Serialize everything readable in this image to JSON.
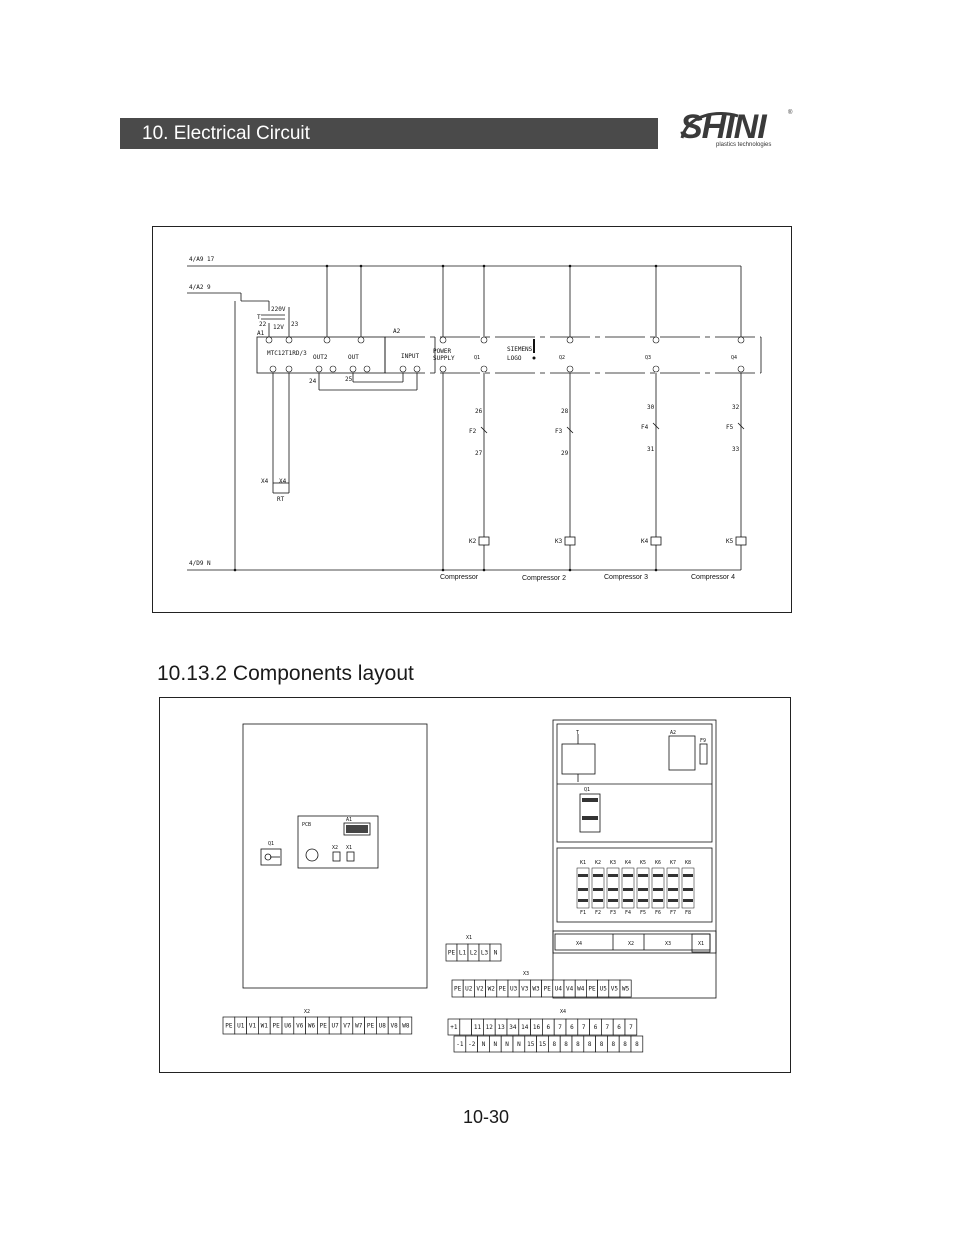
{
  "header": {
    "title": "10. Electrical Circuit"
  },
  "logo": {
    "brand": "SHINI",
    "tagline": "plastics technologies",
    "registered": "®"
  },
  "section": {
    "title": "10.13.2 Components layout"
  },
  "page": {
    "number": "10-30"
  },
  "circuit": {
    "wire_labels": [
      "4/A9 17",
      "4/A2 9",
      "4/D9 N"
    ],
    "transformer": {
      "name": "T",
      "primary": "220V",
      "secondary": "12V",
      "terminals": [
        "22",
        "23"
      ]
    },
    "controller": {
      "name": "A1",
      "model": "MTC12T1RD/3",
      "outputs": [
        "OUT2",
        "OUT"
      ],
      "input": "INPUT",
      "wires": [
        "24",
        "25"
      ]
    },
    "plc": {
      "name": "A2",
      "power": [
        "POWER",
        "SUPPLY"
      ],
      "brand": [
        "SIEMENS",
        "LOGO"
      ],
      "outputs": [
        "Q1",
        "Q2",
        "Q3",
        "Q4"
      ]
    },
    "sensor": {
      "name": "RT",
      "terminals": [
        "X4",
        "X4"
      ]
    },
    "branches": [
      {
        "fuse": "F2",
        "wire_in": "26",
        "wire_out": "27",
        "contactor": "K2",
        "label": "Compressor"
      },
      {
        "fuse": "F3",
        "wire_in": "28",
        "wire_out": "29",
        "contactor": "K3",
        "label": "Compressor 2"
      },
      {
        "fuse": "F4",
        "wire_in": "30",
        "wire_out": "31",
        "contactor": "K4",
        "label": "Compressor  3"
      },
      {
        "fuse": "F5",
        "wire_in": "32",
        "wire_out": "33",
        "contactor": "K5",
        "label": "Compressor  4"
      }
    ]
  },
  "layout": {
    "left_panel": {
      "switch": "Q1",
      "board": "PCB",
      "display": "A1",
      "sensors": [
        "X2",
        "X1"
      ]
    },
    "right_panel": {
      "transformer": "T",
      "plc": "A2",
      "breaker": "Q1",
      "fuse_top": "F9",
      "contactors_top": [
        "K1",
        "K2",
        "K3",
        "K4",
        "K5",
        "K6",
        "K7",
        "K8"
      ],
      "fuses_bottom": [
        "F1",
        "F2",
        "F3",
        "F4",
        "F5",
        "F6",
        "F7",
        "F8"
      ],
      "rail": [
        "X4",
        "X2",
        "X3",
        "X1"
      ]
    },
    "terminal_x1": {
      "name": "X1",
      "cells": [
        "PE",
        "L1",
        "L2",
        "L3",
        "N"
      ]
    },
    "terminal_x3": {
      "name": "X3",
      "cells": [
        "PE",
        "U2",
        "V2",
        "W2",
        "PE",
        "U3",
        "V3",
        "W3",
        "PE",
        "U4",
        "V4",
        "W4",
        "PE",
        "U5",
        "V5",
        "W5"
      ]
    },
    "terminal_x2": {
      "name": "X2",
      "cells": [
        "PE",
        "U1",
        "V1",
        "W1",
        "PE",
        "U6",
        "V6",
        "W6",
        "PE",
        "U7",
        "V7",
        "W7",
        "PE",
        "U8",
        "V8",
        "W8"
      ]
    },
    "terminal_x4": {
      "name": "X4",
      "row1": [
        "+1",
        "",
        "11",
        "12",
        "13",
        "34",
        "14",
        "16",
        "6",
        "7",
        "6",
        "7",
        "6",
        "7",
        "6",
        "7"
      ],
      "row2": [
        "-1",
        "-2",
        "N",
        "N",
        "N",
        "N",
        "15",
        "15",
        "8",
        "8",
        "8",
        "8",
        "8",
        "8",
        "8",
        "8"
      ]
    }
  }
}
